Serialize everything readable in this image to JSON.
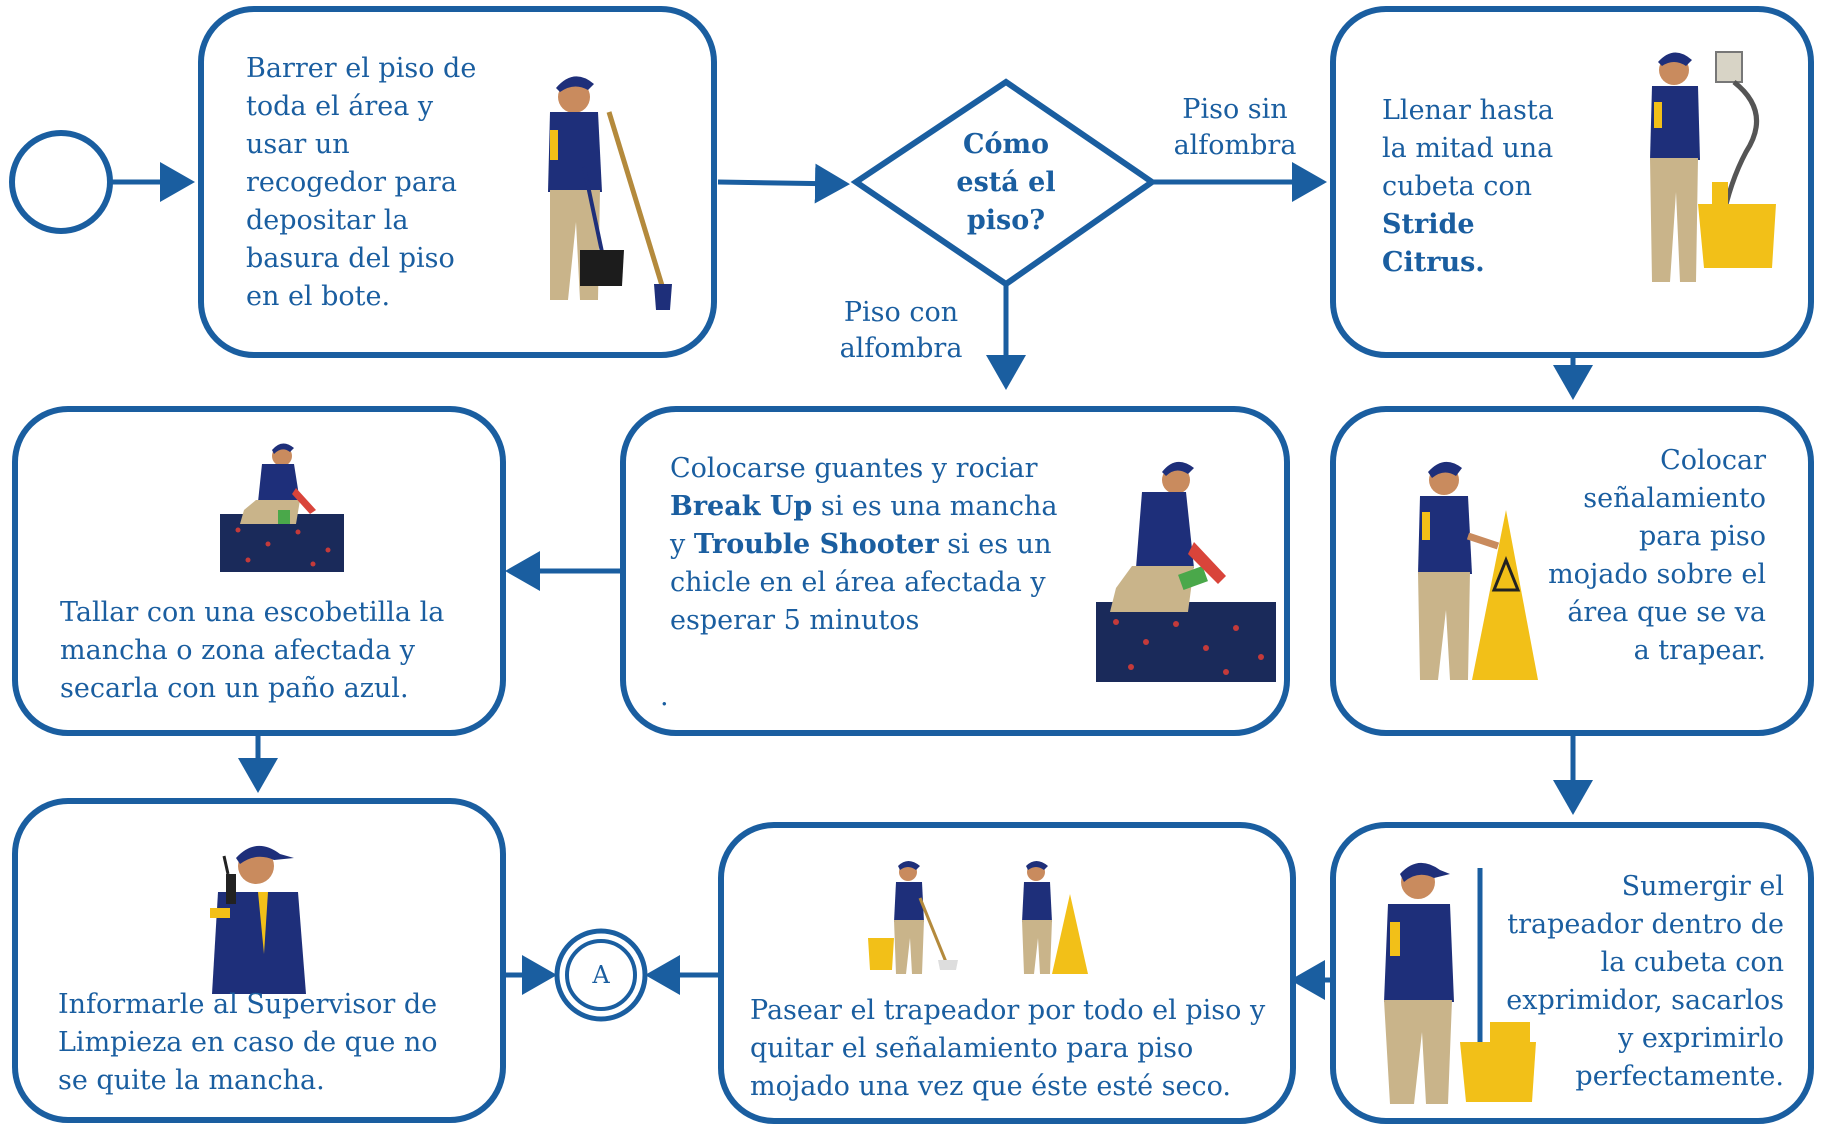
{
  "colors": {
    "primary": "#1a5ea0",
    "uniform": "#1e2f7a",
    "accent": "#f2c018",
    "khaki": "#c9b48a",
    "skin": "#c98b5e",
    "carpet": "#1a2a5a",
    "carpet_dot": "#c43a3a"
  },
  "decision": {
    "question": "Cómo está el piso?",
    "branch_right": "Piso sin alfombra",
    "branch_down": "Piso con alfombra"
  },
  "connector": {
    "label": "A"
  },
  "steps": [
    {
      "id": "barrer",
      "text": "Barrer el piso de toda el área y usar un recogedor para depositar la basura del piso en el bote.",
      "icon": "person-sweeping-icon"
    },
    {
      "id": "llenar",
      "text_pre": "Llenar hasta la mitad una cubeta con",
      "text_bold": "Stride Citrus.",
      "icon": "person-filling-bucket-icon"
    },
    {
      "id": "rociar",
      "text_1": "Colocarse guantes y rociar",
      "bold_1": "Break Up",
      "text_2": "si es una mancha y",
      "bold_2": "Trouble Shooter",
      "text_3": "si es un chicle en el área afectada  y esperar 5 minutos",
      "trailing": ".",
      "icon": "person-spraying-carpet-icon"
    },
    {
      "id": "tallar",
      "text": "Tallar con una escobetilla la mancha o zona afectada  y secarla con un paño azul.",
      "icon": "person-scrubbing-carpet-icon"
    },
    {
      "id": "colocar",
      "text": "Colocar señalamiento para piso mojado sobre el área que se va a trapear.",
      "icon": "person-placing-sign-icon"
    },
    {
      "id": "informar",
      "text": "Informarle al Supervisor de Limpieza en caso de que no se quite la mancha.",
      "icon": "person-radio-icon"
    },
    {
      "id": "pasear",
      "text": "Pasear el trapeador por todo el piso y quitar el señalamiento para piso mojado una vez que éste esté seco.",
      "icon": "person-mopping-icon"
    },
    {
      "id": "sumergir",
      "text": "Sumergir el trapeador dentro de la cubeta con exprimidor, sacarlos y exprimirlo perfectamente.",
      "icon": "person-wringing-mop-icon"
    }
  ]
}
